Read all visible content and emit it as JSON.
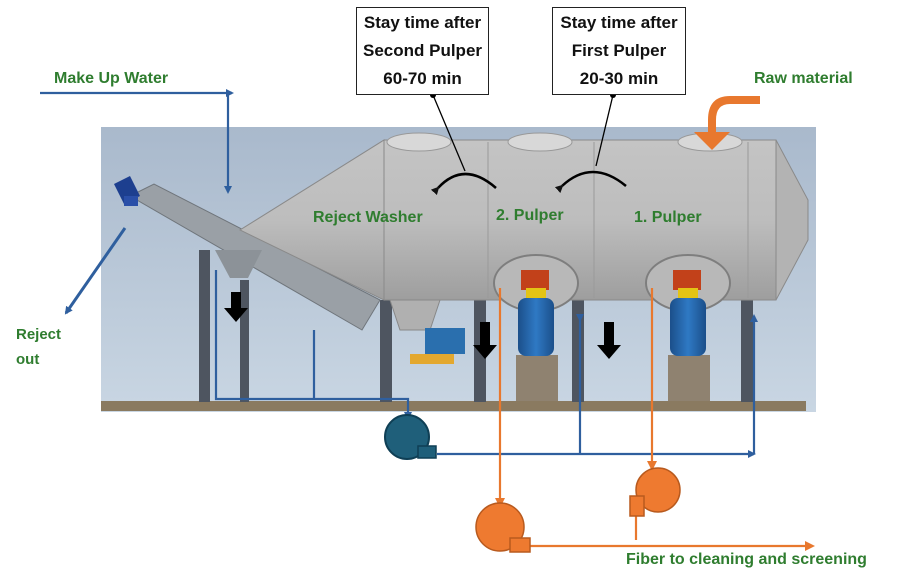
{
  "callouts": {
    "second": {
      "line1": "Stay time after",
      "line2": "Second Pulper",
      "line3": "60-70 min"
    },
    "first": {
      "line1": "Stay time after",
      "line2": "First Pulper",
      "line3": "20-30 min"
    }
  },
  "labels": {
    "make_up_water": "Make Up Water",
    "raw_material": "Raw material",
    "reject_washer": "Reject Washer",
    "pulper_2": "2. Pulper",
    "pulper_1": "1. Pulper",
    "reject_out_line1": "Reject",
    "reject_out_line2": "out",
    "fiber_out": "Fiber to cleaning and screening"
  },
  "colors": {
    "water_line": "#2f5f9e",
    "fiber_line": "#e8782e",
    "label_green": "#2f7d2f",
    "pump_blue": "#1f5f7a",
    "pump_orange": "#ee7a30"
  }
}
